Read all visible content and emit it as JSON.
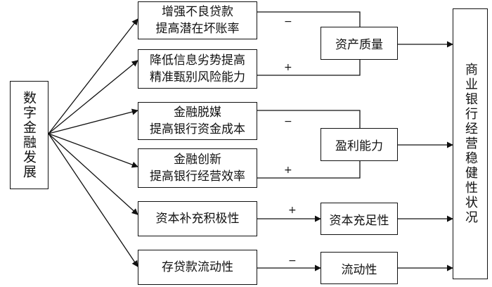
{
  "source": {
    "label": "数字金融发展"
  },
  "target": {
    "label": "商业银行经营稳健性状况"
  },
  "mechanisms": [
    {
      "lines": [
        "增强不良贷款",
        "提高潜在坏账率"
      ],
      "sign": "−"
    },
    {
      "lines": [
        "降低信息劣势提高",
        "精准甄别风险能力"
      ],
      "sign": "+"
    },
    {
      "lines": [
        "金融脱媒",
        "提高银行资金成本"
      ],
      "sign": "−"
    },
    {
      "lines": [
        "金融创新",
        "提高银行经营效率"
      ],
      "sign": "+"
    },
    {
      "lines": [
        "资本补充积极性"
      ],
      "sign": "+"
    },
    {
      "lines": [
        "存贷款流动性"
      ],
      "sign": "−"
    }
  ],
  "outcomes": [
    {
      "label": "资产质量"
    },
    {
      "label": "盈利能力"
    },
    {
      "label": "资本充足性"
    },
    {
      "label": "流动性"
    }
  ],
  "line_color": "#111111"
}
